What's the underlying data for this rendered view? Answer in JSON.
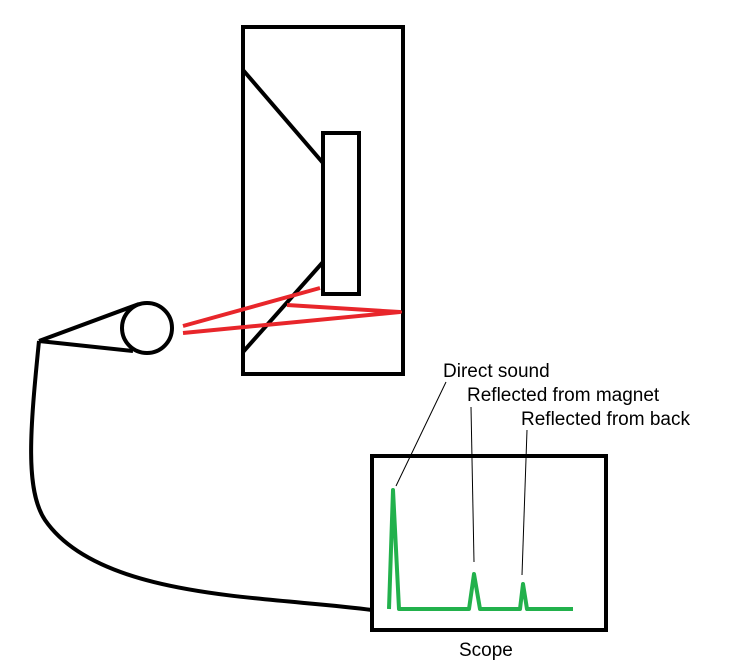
{
  "labels": {
    "direct_sound": "Direct sound",
    "reflected_magnet": "Reflected from magnet",
    "reflected_back": "Reflected from back",
    "scope": "Scope"
  },
  "colors": {
    "outline": "#000000",
    "sound_path": "#e8262b",
    "trace": "#22b14c"
  }
}
